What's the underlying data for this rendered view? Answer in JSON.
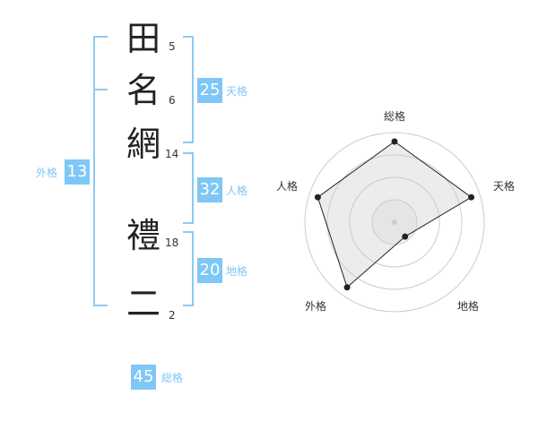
{
  "name_chars": [
    {
      "char": "田",
      "strokes": "5"
    },
    {
      "char": "名",
      "strokes": "6"
    },
    {
      "char": "網",
      "strokes": "14"
    },
    {
      "char": "禮",
      "strokes": "18"
    },
    {
      "char": "二",
      "strokes": "2"
    }
  ],
  "kaku": {
    "tenkaku": {
      "value": "25",
      "label": "天格"
    },
    "jinkaku": {
      "value": "32",
      "label": "人格"
    },
    "chikaku": {
      "value": "20",
      "label": "地格"
    },
    "gaikaku": {
      "value": "13",
      "label": "外格"
    },
    "soukaku": {
      "value": "45",
      "label": "総格"
    }
  },
  "colors": {
    "accent": "#7fc7f6",
    "bracket": "#8ccaf2",
    "text": "#222222"
  },
  "chart_data": {
    "type": "radar",
    "axes": [
      "総格",
      "天格",
      "地格",
      "外格",
      "人格"
    ],
    "values": [
      0.9,
      0.9,
      0.2,
      0.9,
      0.9
    ],
    "range": [
      0,
      1
    ],
    "rings": 4
  }
}
